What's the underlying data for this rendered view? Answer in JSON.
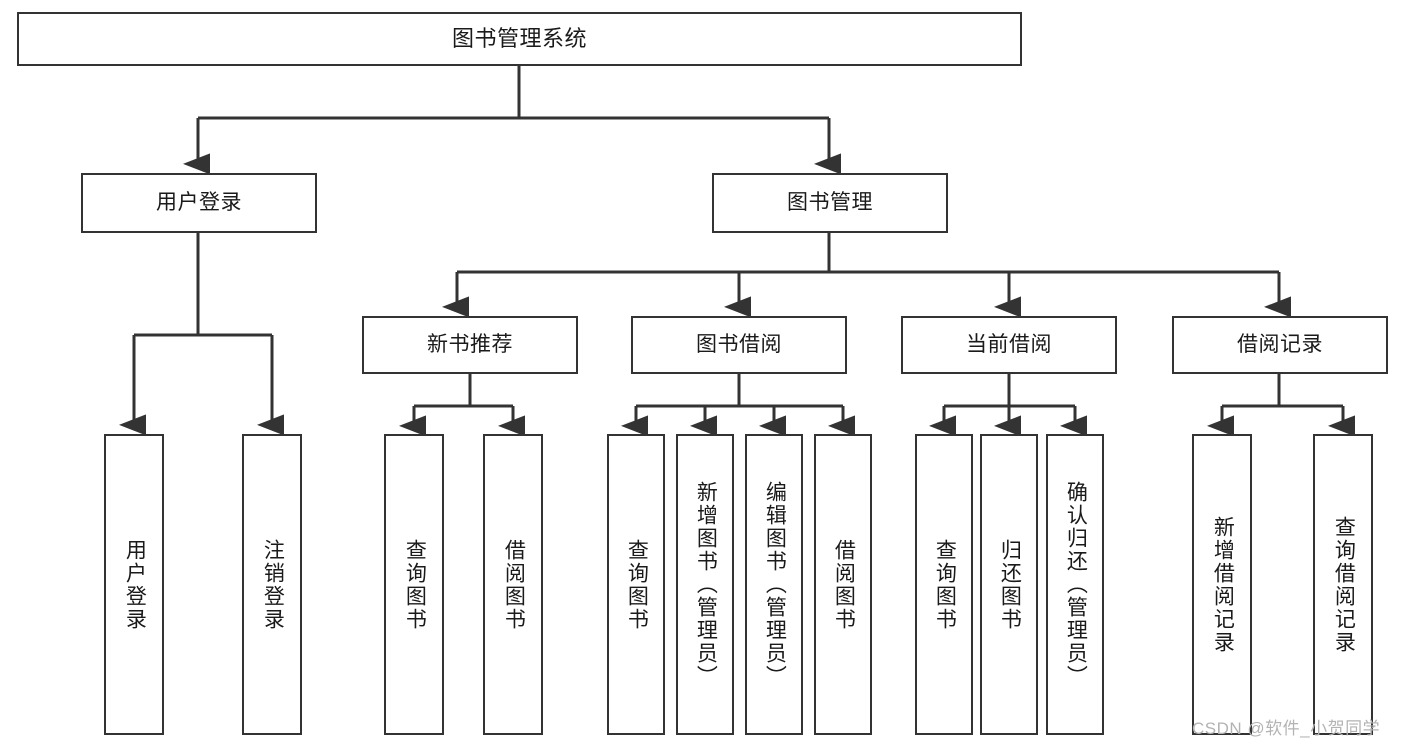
{
  "diagram": {
    "title": "图书管理系统",
    "type": "tree-hierarchy-diagram",
    "orientation": "top-down",
    "colors": {
      "stroke": "#333333",
      "fill": "#ffffff",
      "text": "#1a1a1a",
      "watermark": "#b3b3b3"
    },
    "root": {
      "label": "图书管理系统"
    },
    "level2": [
      {
        "id": "user-login",
        "label": "用户登录"
      },
      {
        "id": "book-manage",
        "label": "图书管理"
      }
    ],
    "level3": [
      {
        "id": "new-book-recommend",
        "label": "新书推荐"
      },
      {
        "id": "book-borrow",
        "label": "图书借阅"
      },
      {
        "id": "current-borrow",
        "label": "当前借阅"
      },
      {
        "id": "borrow-record",
        "label": "借阅记录"
      }
    ],
    "leaves": {
      "user_login": [
        {
          "id": "leaf-user-login",
          "label": "用户登录"
        },
        {
          "id": "leaf-user-logout",
          "label": "注销登录"
        }
      ],
      "new_book_recommend": [
        {
          "id": "leaf-query-book-1",
          "label": "查询图书"
        },
        {
          "id": "leaf-borrow-book-1",
          "label": "借阅图书"
        }
      ],
      "book_borrow": [
        {
          "id": "leaf-query-book-2",
          "label": "查询图书"
        },
        {
          "id": "leaf-add-book",
          "label": "新增图书（管理员）"
        },
        {
          "id": "leaf-edit-book",
          "label": "编辑图书（管理员）"
        },
        {
          "id": "leaf-borrow-book-2",
          "label": "借阅图书"
        }
      ],
      "current_borrow": [
        {
          "id": "leaf-query-book-3",
          "label": "查询图书"
        },
        {
          "id": "leaf-return-book",
          "label": "归还图书"
        },
        {
          "id": "leaf-confirm-return",
          "label": "确认归还（管理员）"
        }
      ],
      "borrow_record": [
        {
          "id": "leaf-add-record",
          "label": "新增借阅记录"
        },
        {
          "id": "leaf-query-record",
          "label": "查询借阅记录"
        }
      ]
    },
    "watermark": "CSDN @软件_小贺同学"
  }
}
